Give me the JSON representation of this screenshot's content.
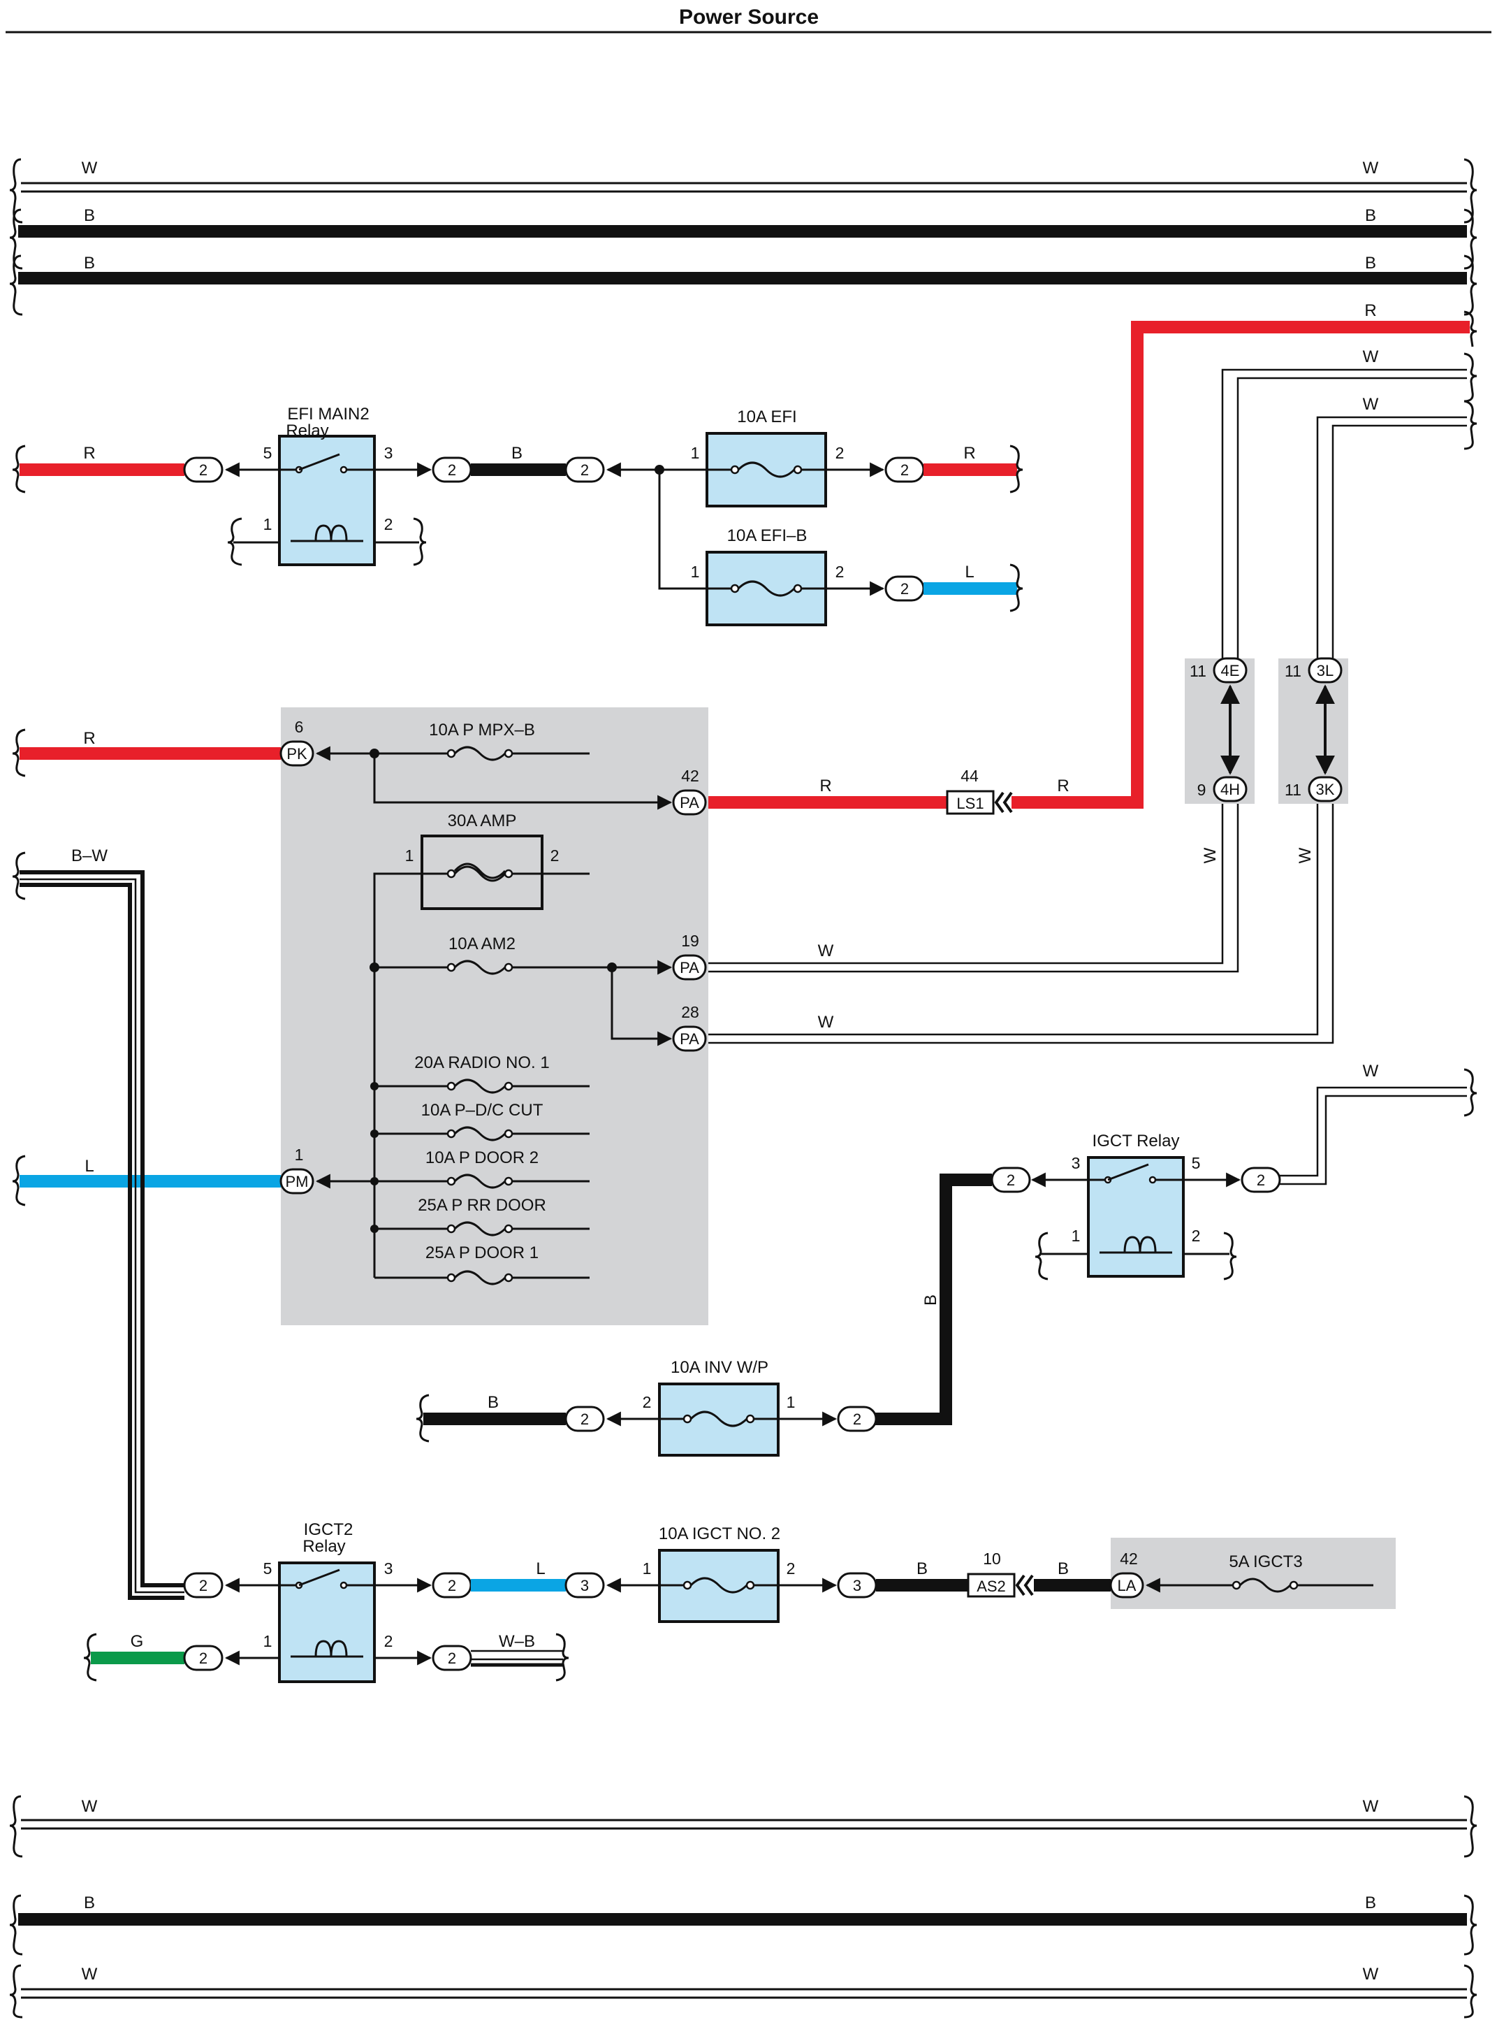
{
  "title": "Power Source",
  "colors": {
    "R": "#e8202a",
    "B": "#111111",
    "L": "#0aa5e4",
    "G": "#0b9a4a",
    "W": "#ffffff",
    "relay_fill": "#bfe3f4",
    "gray_box": "#d3d4d6"
  },
  "buses": {
    "top": [
      {
        "label_left": "W",
        "label_right": "W"
      },
      {
        "label_left": "B",
        "label_right": "B"
      },
      {
        "label_left": "B",
        "label_right": "B"
      }
    ],
    "bottom": [
      {
        "label_left": "W",
        "label_right": "W"
      },
      {
        "label_left": "B",
        "label_right": "B"
      },
      {
        "label_left": "W",
        "label_right": "W"
      }
    ],
    "right_feeds": [
      "R",
      "W",
      "W"
    ]
  },
  "relays": {
    "efi_main2": {
      "name1": "EFI MAIN2",
      "name2": "Relay",
      "pins": [
        "5",
        "3",
        "1",
        "2"
      ]
    },
    "igct": {
      "name1": "IGCT Relay",
      "pins": [
        "3",
        "5",
        "1",
        "2"
      ]
    },
    "igct2": {
      "name1": "IGCT2",
      "name2": "Relay",
      "pins": [
        "5",
        "3",
        "1",
        "2"
      ]
    }
  },
  "fuses": {
    "efi": {
      "name": "10A EFI",
      "pin_in": "1",
      "pin_out": "2"
    },
    "efi_b": {
      "name": "10A EFI–B",
      "pin_in": "1",
      "pin_out": "2"
    },
    "inv_wp": {
      "name": "10A INV W/P",
      "pin_in": "2",
      "pin_out": "1"
    },
    "igct_no2": {
      "name": "10A IGCT NO. 2",
      "pin_in": "1",
      "pin_out": "2"
    },
    "igct3": {
      "name": "5A IGCT3"
    },
    "amp": {
      "name": "30A AMP",
      "pin_in": "1",
      "pin_out": "2"
    }
  },
  "junction_block": {
    "fuses": [
      "10A P MPX–B",
      "10A AM2",
      "20A RADIO NO. 1",
      "10A P–D/C CUT",
      "10A P DOOR 2",
      "25A P RR DOOR",
      "25A P DOOR 1"
    ],
    "connectors": [
      {
        "pin": "6",
        "code": "PK"
      },
      {
        "pin": "42",
        "code": "PA"
      },
      {
        "pin": "19",
        "code": "PA"
      },
      {
        "pin": "28",
        "code": "PA"
      },
      {
        "pin": "1",
        "code": "PM"
      }
    ]
  },
  "connectors": {
    "ls1": {
      "pin": "44",
      "code": "LS1"
    },
    "as2": {
      "pin": "10",
      "code": "AS2"
    },
    "la": {
      "pin": "42",
      "code": "LA"
    },
    "junction_4e": {
      "pin": "11",
      "code": "4E"
    },
    "junction_4h": {
      "pin": "9",
      "code": "4H"
    },
    "junction_3l": {
      "pin": "11",
      "code": "3L"
    },
    "junction_3k": {
      "pin": "11",
      "code": "3K"
    },
    "generic_pin": "2",
    "igct_no2_pin": "3"
  },
  "wire_labels": {
    "r": "R",
    "b": "B",
    "l": "L",
    "w": "W",
    "g": "G",
    "bw": "B–W",
    "wb": "W–B"
  }
}
